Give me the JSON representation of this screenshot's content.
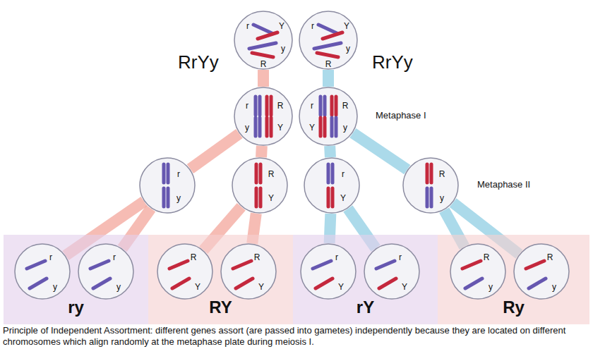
{
  "diagram": {
    "caption": "Principle of Independent Assortment: different genes assort (are passed into gametes) independently because they are located on different chromosomes which align randomly at the metaphase plate during meiosis I.",
    "nodes": [
      {
        "text": [
          "RrYy",
          "r",
          "Y",
          "y",
          "R"
        ]
      },
      {
        "text": [
          "RrYy",
          "r",
          "Y",
          "y",
          "R"
        ]
      },
      {
        "text": [
          "r",
          "R",
          "y",
          "Y"
        ]
      },
      {
        "text": [
          "r",
          "R",
          "Y",
          "y"
        ]
      },
      {
        "text": [
          "r",
          "y"
        ]
      },
      {
        "text": [
          "R",
          "Y"
        ]
      },
      {
        "text": [
          "r",
          "Y"
        ]
      },
      {
        "text": [
          "R",
          "y"
        ]
      },
      {
        "text": [
          "ry"
        ]
      },
      {
        "text": [
          "r",
          "y"
        ],
        "in": 8
      },
      {
        "text": [
          "r",
          "y"
        ],
        "in": 8
      },
      {
        "text": [
          "RY"
        ]
      },
      {
        "text": [
          "R",
          "Y"
        ],
        "in": 11
      },
      {
        "text": [
          "R",
          "Y"
        ],
        "in": 11
      },
      {
        "text": [
          "rY"
        ]
      },
      {
        "text": [
          "r",
          "Y"
        ],
        "in": 14
      },
      {
        "text": [
          "r",
          "Y"
        ],
        "in": 14
      },
      {
        "text": [
          "Ry"
        ]
      },
      {
        "text": [
          "R",
          "y"
        ],
        "in": 17
      },
      {
        "text": [
          "R",
          "y"
        ],
        "in": 17
      }
    ],
    "edges": [
      {
        "from": 0,
        "to": 2,
        "arrow": "none"
      },
      {
        "from": 1,
        "to": 3,
        "arrow": "none"
      },
      {
        "from": 2,
        "to": 4,
        "arrow": "none"
      },
      {
        "from": 2,
        "to": 5,
        "arrow": "none"
      },
      {
        "from": 3,
        "to": 6,
        "arrow": "none"
      },
      {
        "from": 3,
        "to": 7,
        "arrow": "none"
      },
      {
        "from": 4,
        "to": 9,
        "arrow": "none"
      },
      {
        "from": 4,
        "to": 10,
        "arrow": "none"
      },
      {
        "from": 5,
        "to": 12,
        "arrow": "none"
      },
      {
        "from": 5,
        "to": 13,
        "arrow": "none"
      },
      {
        "from": 6,
        "to": 15,
        "arrow": "none"
      },
      {
        "from": 6,
        "to": 16,
        "arrow": "none"
      },
      {
        "from": 7,
        "to": 18,
        "arrow": "none"
      },
      {
        "from": 7,
        "to": 19,
        "arrow": "none"
      }
    ],
    "labels": [
      "Metaphase I",
      "Metaphase II"
    ]
  }
}
